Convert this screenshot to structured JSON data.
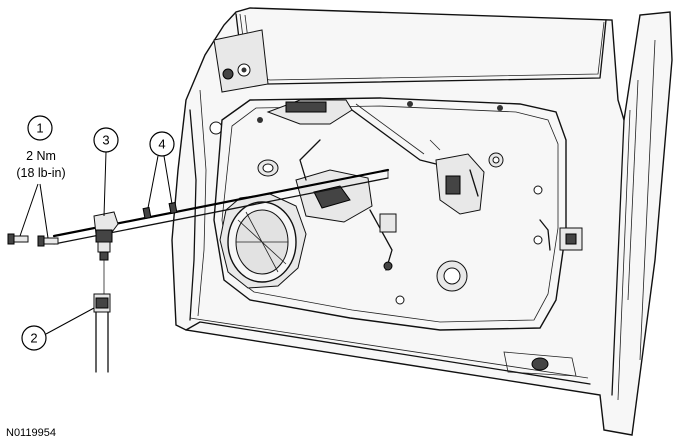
{
  "figure_id": "N0119954",
  "callouts": [
    {
      "number": "1",
      "spec_line1": "2 Nm",
      "spec_line2": "(18 lb-in)"
    },
    {
      "number": "2"
    },
    {
      "number": "3"
    },
    {
      "number": "4"
    }
  ]
}
